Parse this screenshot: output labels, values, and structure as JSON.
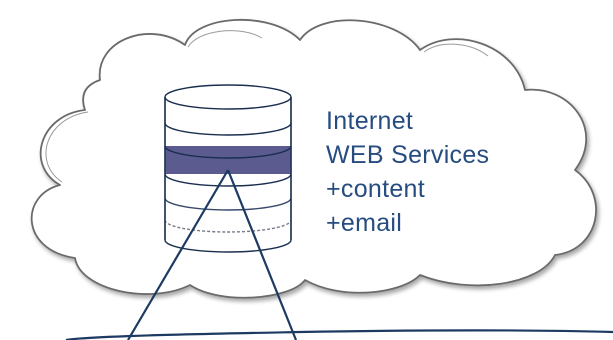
{
  "cloud_labels": {
    "line1": "Internet",
    "line2": "WEB Services",
    "line3": "+content",
    "line4": "+email"
  },
  "colors": {
    "text": "#264c80",
    "highlight_band": "#5b5b8f",
    "outline": "#1a2f4f",
    "cloud_stroke": "#6a6a6a"
  },
  "icons": {
    "cloud": "cloud-shape",
    "database": "database-cylinder-icon"
  }
}
